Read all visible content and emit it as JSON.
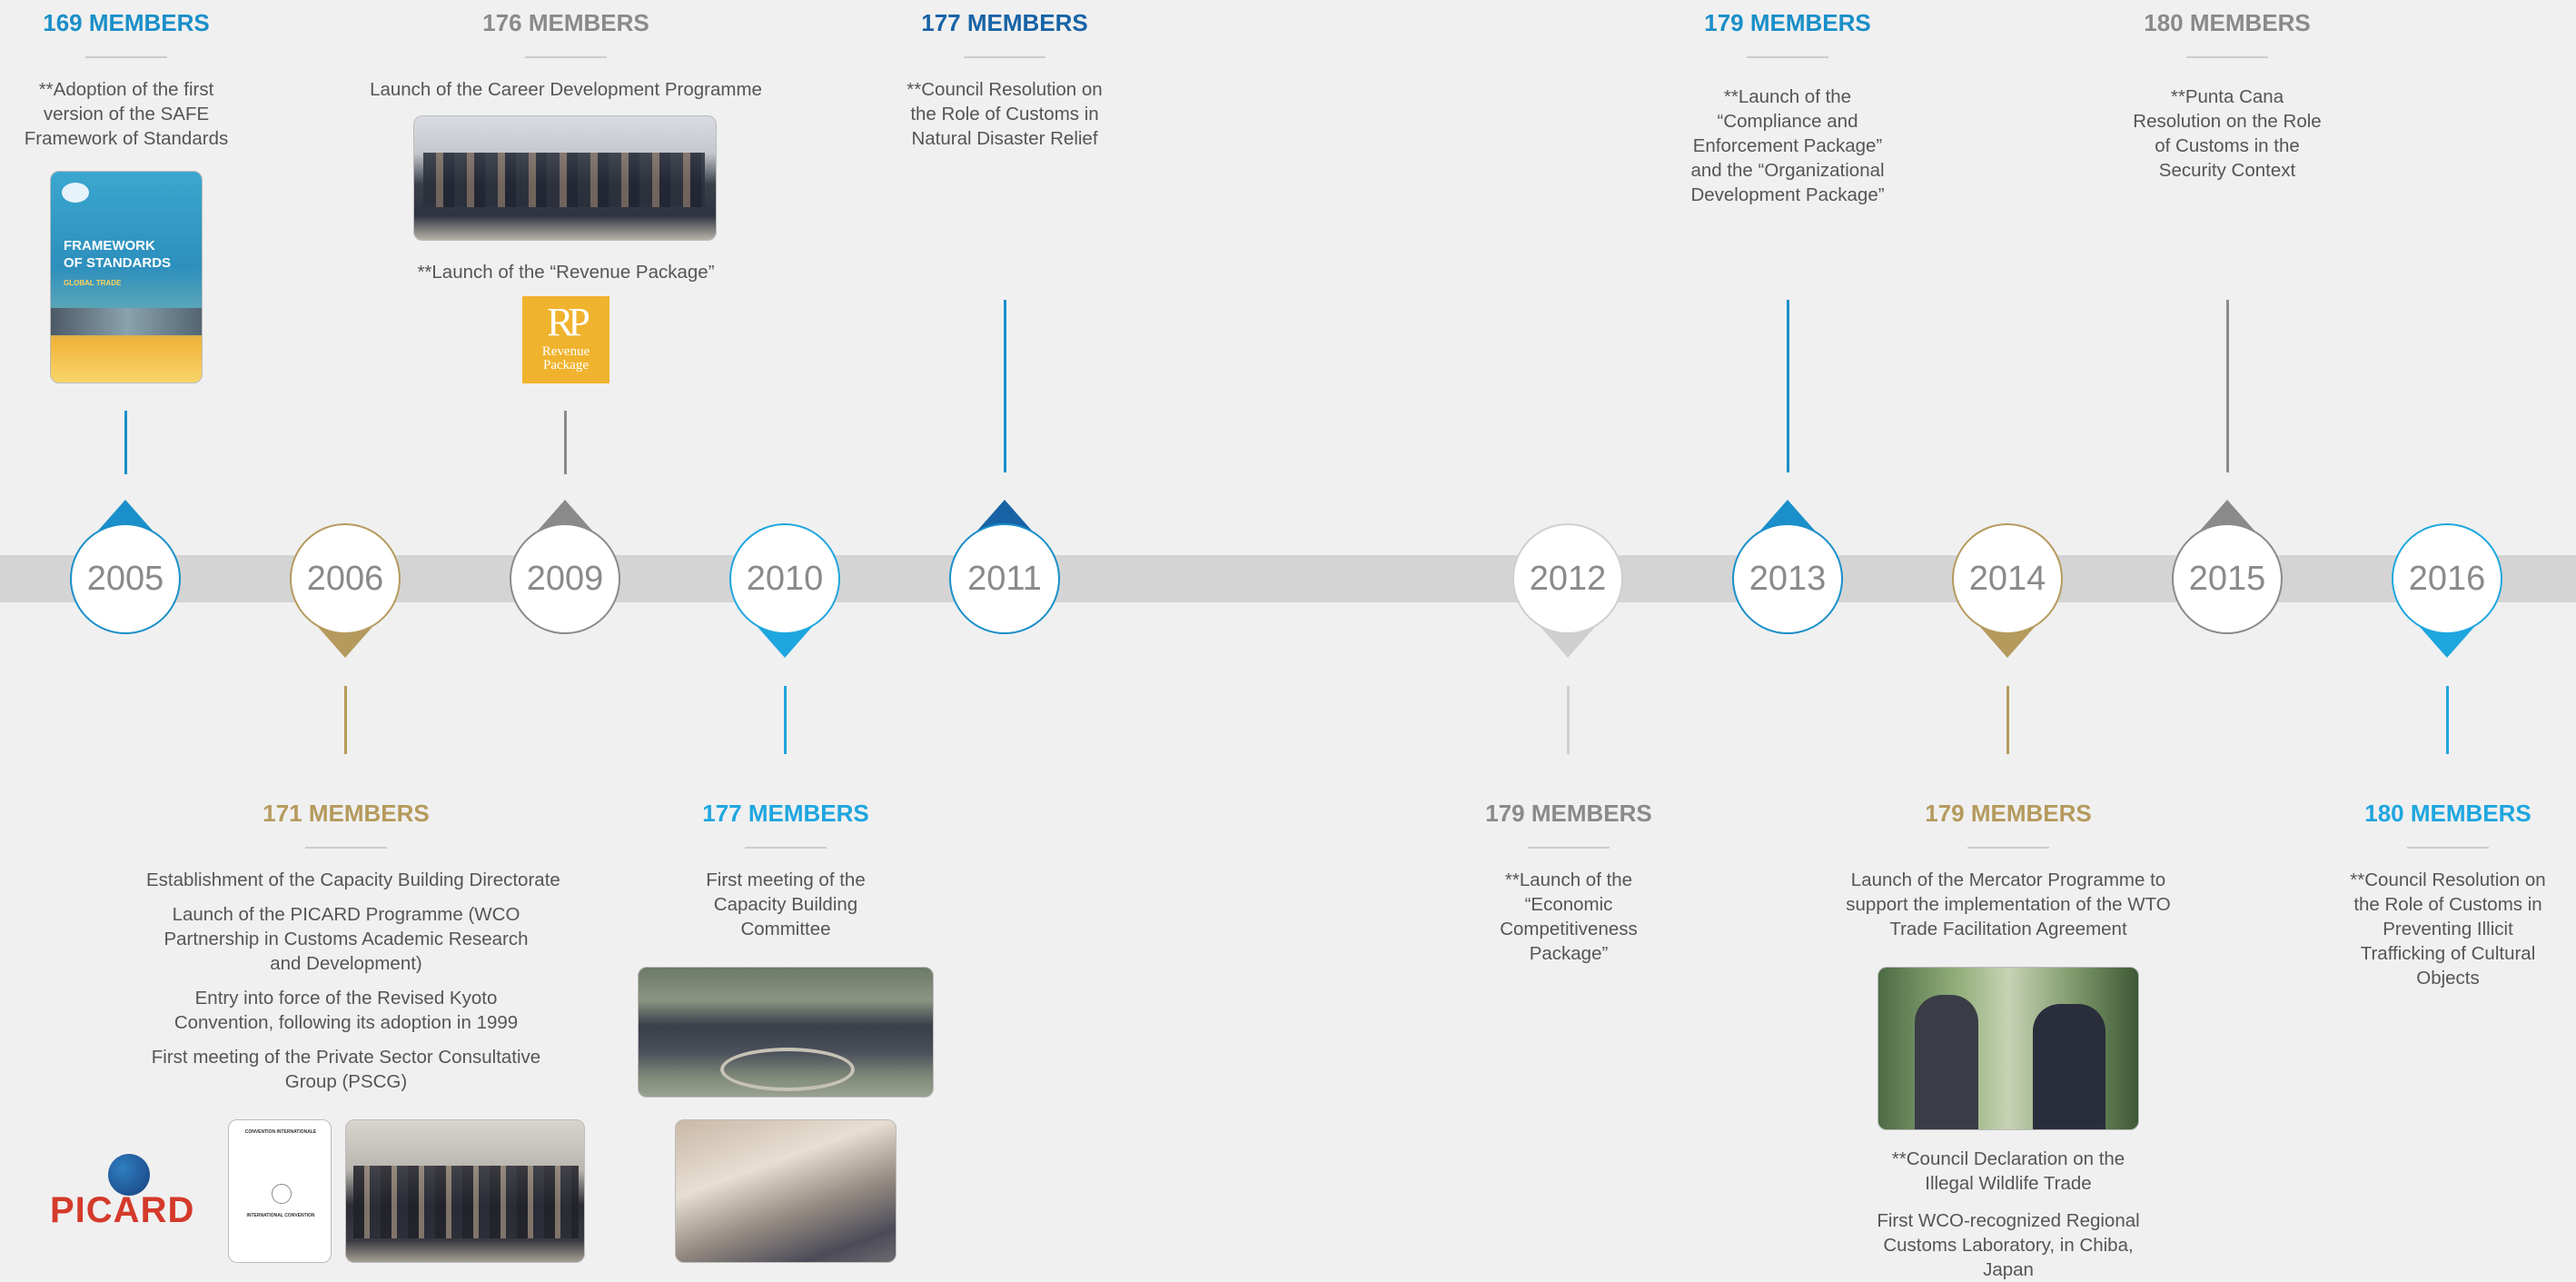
{
  "colors": {
    "blue": "#1a8fc9",
    "gray": "#8a8a8a",
    "gold": "#b59a5d",
    "cyan": "#1ea6df",
    "navy": "#1763a6",
    "band": "#d4d4d4"
  },
  "years": {
    "y2005": "2005",
    "y2006": "2006",
    "y2009": "2009",
    "y2010": "2010",
    "y2011": "2011",
    "y2012": "2012",
    "y2013": "2013",
    "y2014": "2014",
    "y2015": "2015",
    "y2016": "2016"
  },
  "top": {
    "e2005": {
      "members": "169 MEMBERS",
      "text": "**Adoption of the first version of the SAFE Framework of Standards",
      "cover_title": "FRAMEWORK OF STANDARDS",
      "cover_sub": "GLOBAL TRADE"
    },
    "e2009": {
      "members": "176 MEMBERS",
      "text1": "Launch of the Career Development Programme",
      "text2": "**Launch of the “Revenue Package”",
      "logo_mark": "RP",
      "logo_line1": "Revenue",
      "logo_line2": "Package"
    },
    "e2011": {
      "members": "177 MEMBERS",
      "text": "**Council Resolution on the Role of Customs in Natural Disaster Relief"
    },
    "e2013": {
      "members": "179 MEMBERS",
      "text": "**Launch of the “Compliance and Enforcement Package” and the “Organizational Development Package”"
    },
    "e2015": {
      "members": "180 MEMBERS",
      "text": "**Punta Cana Resolution on the Role of Customs in the Security Context"
    }
  },
  "bottom": {
    "e2006": {
      "members": "171 MEMBERS",
      "p1": "Establishment of the Capacity Building Directorate",
      "p2": "Launch of the PICARD Programme (WCO Partnership in Customs Academic Research and Development)",
      "p3": "Entry into force of the Revised Kyoto Convention, following its adoption in 1999",
      "p4": "First meeting of the Private Sector Consultative Group (PSCG)",
      "picard_logo": "PICARD",
      "doc_title1": "CONVENTION INTERNATIONALE",
      "doc_title2": "INTERNATIONAL CONVENTION"
    },
    "e2010": {
      "members": "177 MEMBERS",
      "text": "First meeting of the Capacity Building Committee"
    },
    "e2012": {
      "members": "179 MEMBERS",
      "text": "**Launch of the “Economic Competitiveness Package”"
    },
    "e2014": {
      "members": "179 MEMBERS",
      "p1": "Launch of the Mercator Programme to support the implementation of the WTO Trade Facilitation Agreement",
      "p2": "**Council Declaration on the Illegal Wildlife Trade",
      "p3": "First WCO-recognized Regional Customs Laboratory, in Chiba, Japan"
    },
    "e2016": {
      "members": "180 MEMBERS",
      "text": "**Council Resolution on the Role of Customs in Preventing Illicit Trafficking of Cultural Objects"
    }
  }
}
